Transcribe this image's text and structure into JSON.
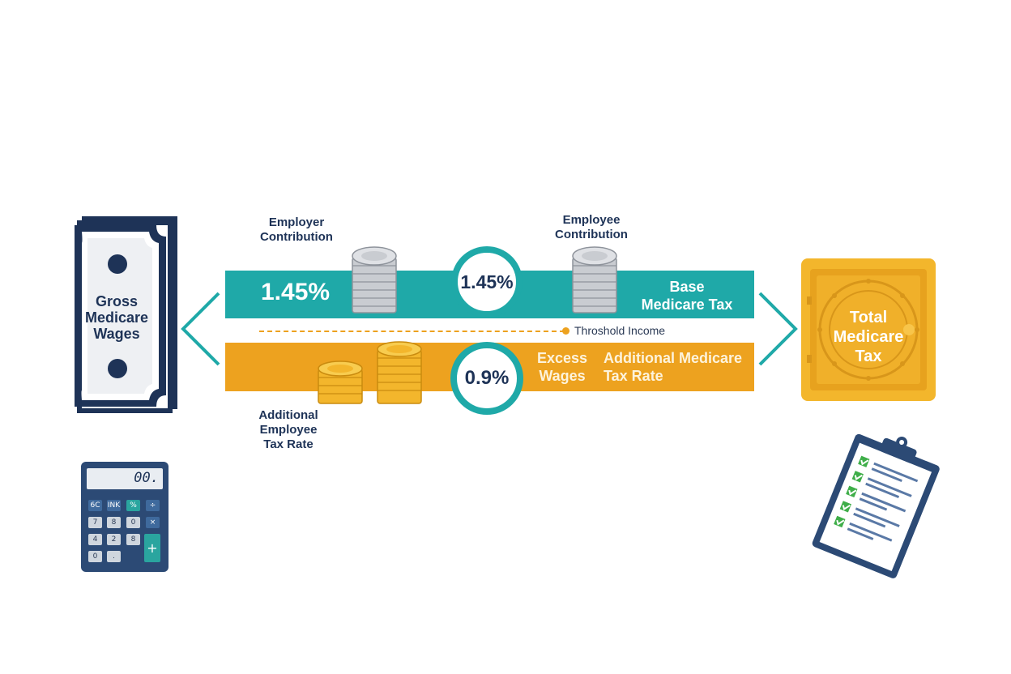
{
  "gross_wages": {
    "label_lines": [
      "Gross",
      "Medicare",
      "Wages"
    ]
  },
  "base_band": {
    "employer_label_lines": [
      "Employer",
      "Contribution"
    ],
    "employee_label_lines": [
      "Employee",
      "Contribution"
    ],
    "employer_rate": "1.45%",
    "circle_rate": "1.45%",
    "label_lines": [
      "Base",
      "Medicare Tax"
    ]
  },
  "threshold": {
    "label": "Throshold Income"
  },
  "additional_band": {
    "circle_rate": "0.9%",
    "excess_lines": [
      "Excess",
      "Wages"
    ],
    "rate_label_lines": [
      "Additional Medicare",
      "Tax Rate"
    ],
    "employee_label_lines": [
      "Additional",
      "Employee",
      "Tax Rate"
    ]
  },
  "total": {
    "label_lines": [
      "Total",
      "Medicare",
      "Tax"
    ]
  },
  "calculator": {
    "display": "00.",
    "keys": [
      "6C",
      "INK",
      "%",
      "÷",
      "7",
      "8",
      "0",
      "×",
      "4",
      "2",
      "8",
      "0",
      ".",
      "+"
    ]
  },
  "colors": {
    "navy": "#1e3357",
    "teal": "#1fa9a8",
    "orange": "#eda21f",
    "gold": "#f3b62c",
    "silver": "#c9ccd1",
    "check_green": "#3fae49"
  },
  "icons": [
    "cash-stack-icon",
    "silver-coin-stack-icon",
    "gold-coin-stack-icon",
    "safe-icon",
    "calculator-icon",
    "clipboard-checklist-icon"
  ]
}
